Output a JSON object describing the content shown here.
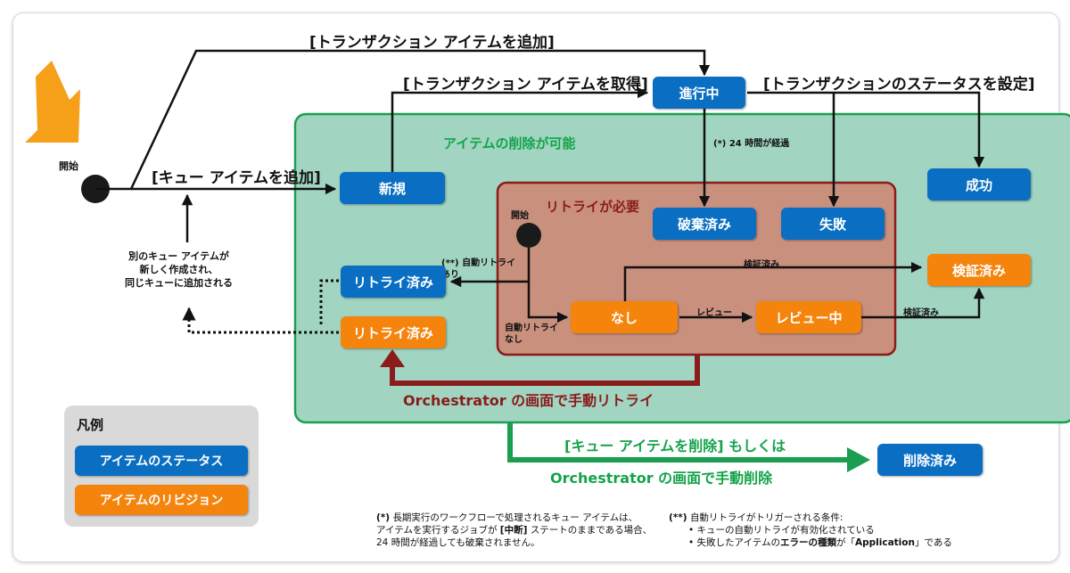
{
  "labels": {
    "add_transaction": "[トランザクション アイテムを追加]",
    "get_transaction": "[トランザクション アイテムを取得]",
    "set_status": "[トランザクションのステータスを設定]",
    "add_queue_item": "[キュー アイテムを追加]",
    "deletable": "アイテムの削除が可能",
    "retry_needed": "リトライが必要",
    "elapsed_24h": "(*) 24 時間が経過",
    "start": "開始",
    "start_inner": "開始",
    "auto_retry_yes": "(**) 自動リトライ\nあり",
    "auto_retry_no": "自動リトライ\nなし",
    "verified_top": "検証済み",
    "review": "レビュー",
    "verified_right": "検証済み",
    "new_queue_item_note": "別のキュー アイテムが\n新しく作成され、\n同じキューに追加される",
    "manual_retry": "Orchestrator の画面で手動リトライ",
    "delete_line1": "[キュー アイテムを削除] もしくは",
    "delete_line2": "Orchestrator の画面で手動削除"
  },
  "statuses": {
    "in_progress": "進行中",
    "new": "新規",
    "success": "成功",
    "abandoned": "破棄済み",
    "failed": "失敗",
    "retried_blue": "リトライ済み",
    "retried_orange": "リトライ済み",
    "none": "なし",
    "verified": "検証済み",
    "in_review": "レビュー中",
    "deleted": "削除済み"
  },
  "legend": {
    "title": "凡例",
    "item_status": "アイテムのステータス",
    "item_revision": "アイテムのリビジョン"
  },
  "footnotes": {
    "note1_mark": "(*)",
    "note1_l1": "長期実行のワークフローで処理されるキュー アイテムは、",
    "note1_l2a": "アイテムを実行するジョブが ",
    "note1_l2b": "[中断]",
    "note1_l2c": " ステートのままである場合、",
    "note1_l3": "24 時間が経過しても破棄されません。",
    "note2_mark": "(**)",
    "note2_l1": "自動リトライがトリガーされる条件:",
    "note2_l2": "• キューの自動リトライが有効化されている",
    "note2_l3a": "• 失敗したアイテムの",
    "note2_l3b": "エラーの種類",
    "note2_l3c": "が「",
    "note2_l3d": "Application",
    "note2_l3e": "」である"
  },
  "colors": {
    "status_blue": "#0a6fc2",
    "revision_orange": "#f5840d",
    "deletable_area_green": "#a1d5c2",
    "deletable_border": "#1a9e50",
    "retry_area": "#c9907d",
    "retry_border": "#8a1c1c",
    "start_arrow": "#f6a01a"
  }
}
